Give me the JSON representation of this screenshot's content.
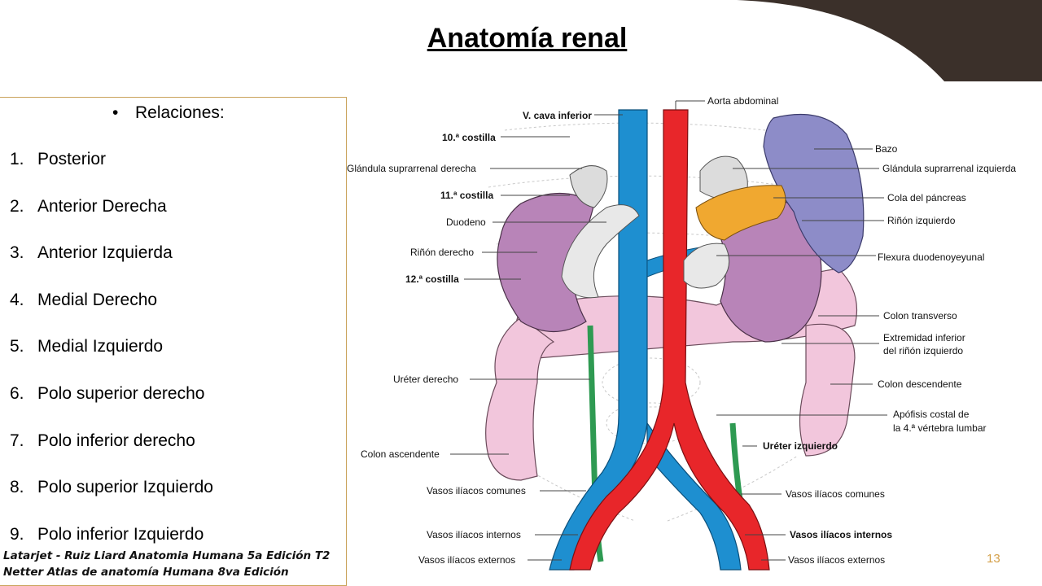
{
  "slide": {
    "title": "Anatomía renal",
    "page_number": "13"
  },
  "relations": {
    "heading": "Relaciones:",
    "items": [
      {
        "num": "1.",
        "text": "Posterior"
      },
      {
        "num": "2.",
        "text": "Anterior Derecha"
      },
      {
        "num": "3.",
        "text": "Anterior Izquierda"
      },
      {
        "num": "4.",
        "text": "Medial Derecho"
      },
      {
        "num": "5.",
        "text": "Medial Izquierdo"
      },
      {
        "num": "6.",
        "text": "Polo superior derecho"
      },
      {
        "num": "7.",
        "text": "Polo inferior derecho"
      },
      {
        "num": "8.",
        "text": "Polo superior Izquierdo"
      },
      {
        "num": "9.",
        "text": "Polo inferior Izquierdo"
      }
    ]
  },
  "references": [
    "Latarjet - Ruiz Liard Anatomia Humana 5a Edición T2",
    "Netter Atlas de anatomía Humana 8va Edición"
  ],
  "diagram": {
    "labels_left": {
      "vena_cava": "V. cava inferior",
      "costilla10": "10.ª costilla",
      "glandula_der": "Glándula suprarrenal derecha",
      "costilla11": "11.ª costilla",
      "duodeno": "Duodeno",
      "rinon_der": "Riñón derecho",
      "costilla12": "12.ª costilla",
      "ureter_der": "Uréter derecho",
      "colon_asc": "Colon ascendente",
      "vasos_comunes_l": "Vasos ilíacos comunes",
      "vasos_internos_l": "Vasos ilíacos internos",
      "vasos_externos_l": "Vasos ilíacos externos"
    },
    "labels_right": {
      "aorta": "Aorta abdominal",
      "bazo": "Bazo",
      "glandula_izq": "Glándula suprarrenal izquierda",
      "pancreas": "Cola del páncreas",
      "rinon_izq": "Riñón izquierdo",
      "flexura": "Flexura duodenoyeyunal",
      "colon_trans": "Colon transverso",
      "extremidad1": "Extremidad inferior",
      "extremidad2": "del riñón izquierdo",
      "colon_desc": "Colon descendente",
      "apofisis1": "Apófisis costal de",
      "apofisis2": "la 4.ª vértebra lumbar",
      "ureter_izq": "Uréter izquierdo",
      "vasos_comunes_r": "Vasos ilíacos comunes",
      "vasos_internos_r": "Vasos ilíacos internos",
      "vasos_externos_r": "Vasos ilíacos externos"
    },
    "colors": {
      "vein": "#1e8fd0",
      "artery": "#e8262a",
      "kidney": "#b884b8",
      "spleen": "#8d8cc8",
      "pancreas": "#f0a830",
      "colon": "#f2c6dc",
      "ureter": "#2e9a52",
      "gland": "#dcdcdc"
    }
  }
}
